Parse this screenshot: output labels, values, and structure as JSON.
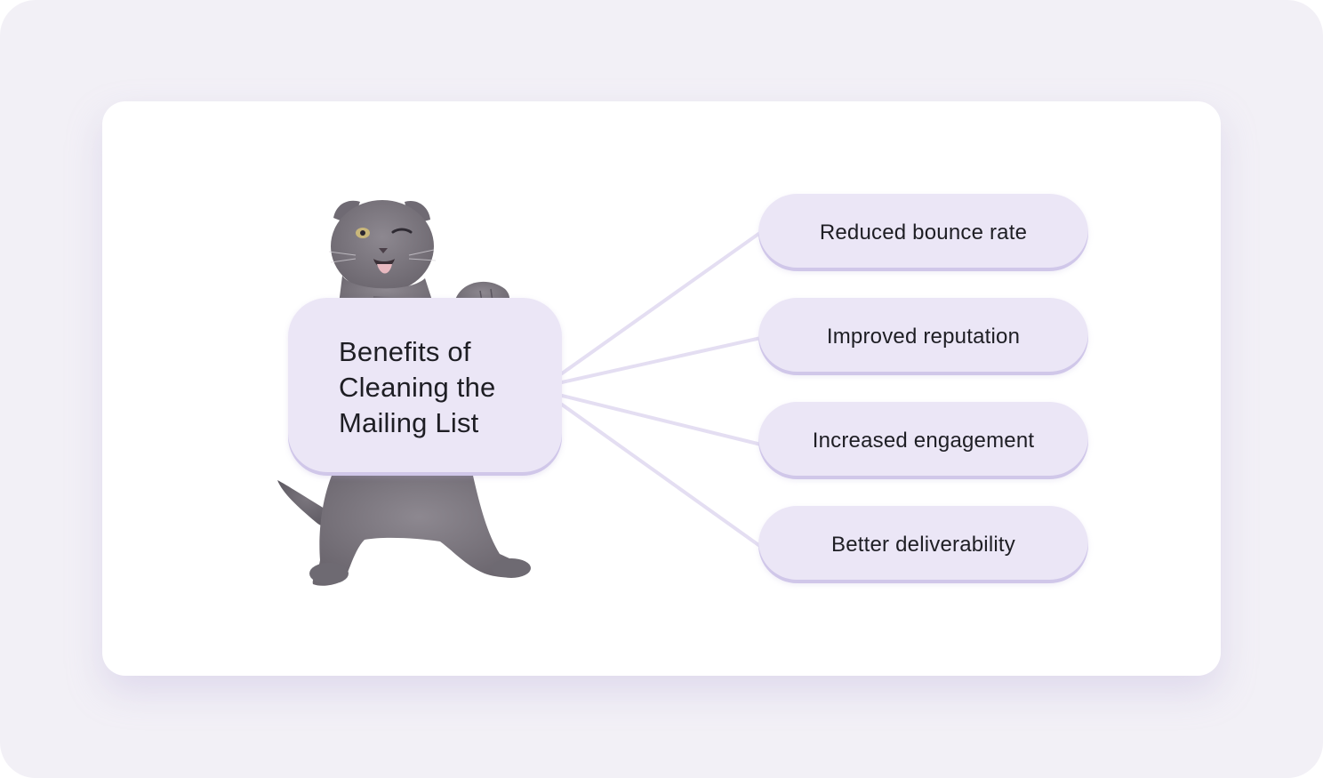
{
  "diagram": {
    "center": {
      "title_line1": "Benefits of",
      "title_line2": "Cleaning the",
      "title_line3": "Mailing List"
    },
    "benefits": [
      {
        "label": "Reduced bounce rate"
      },
      {
        "label": "Improved reputation"
      },
      {
        "label": "Increased engagement"
      },
      {
        "label": "Better deliverability"
      }
    ]
  },
  "colors": {
    "page_background": "#f2f0f6",
    "card_background": "#ffffff",
    "node_fill": "#ebe6f6",
    "connector": "#e4def2",
    "text": "#1e1e24",
    "cat_fur": "#7d7880"
  },
  "illustration": "winking-gray-cat"
}
